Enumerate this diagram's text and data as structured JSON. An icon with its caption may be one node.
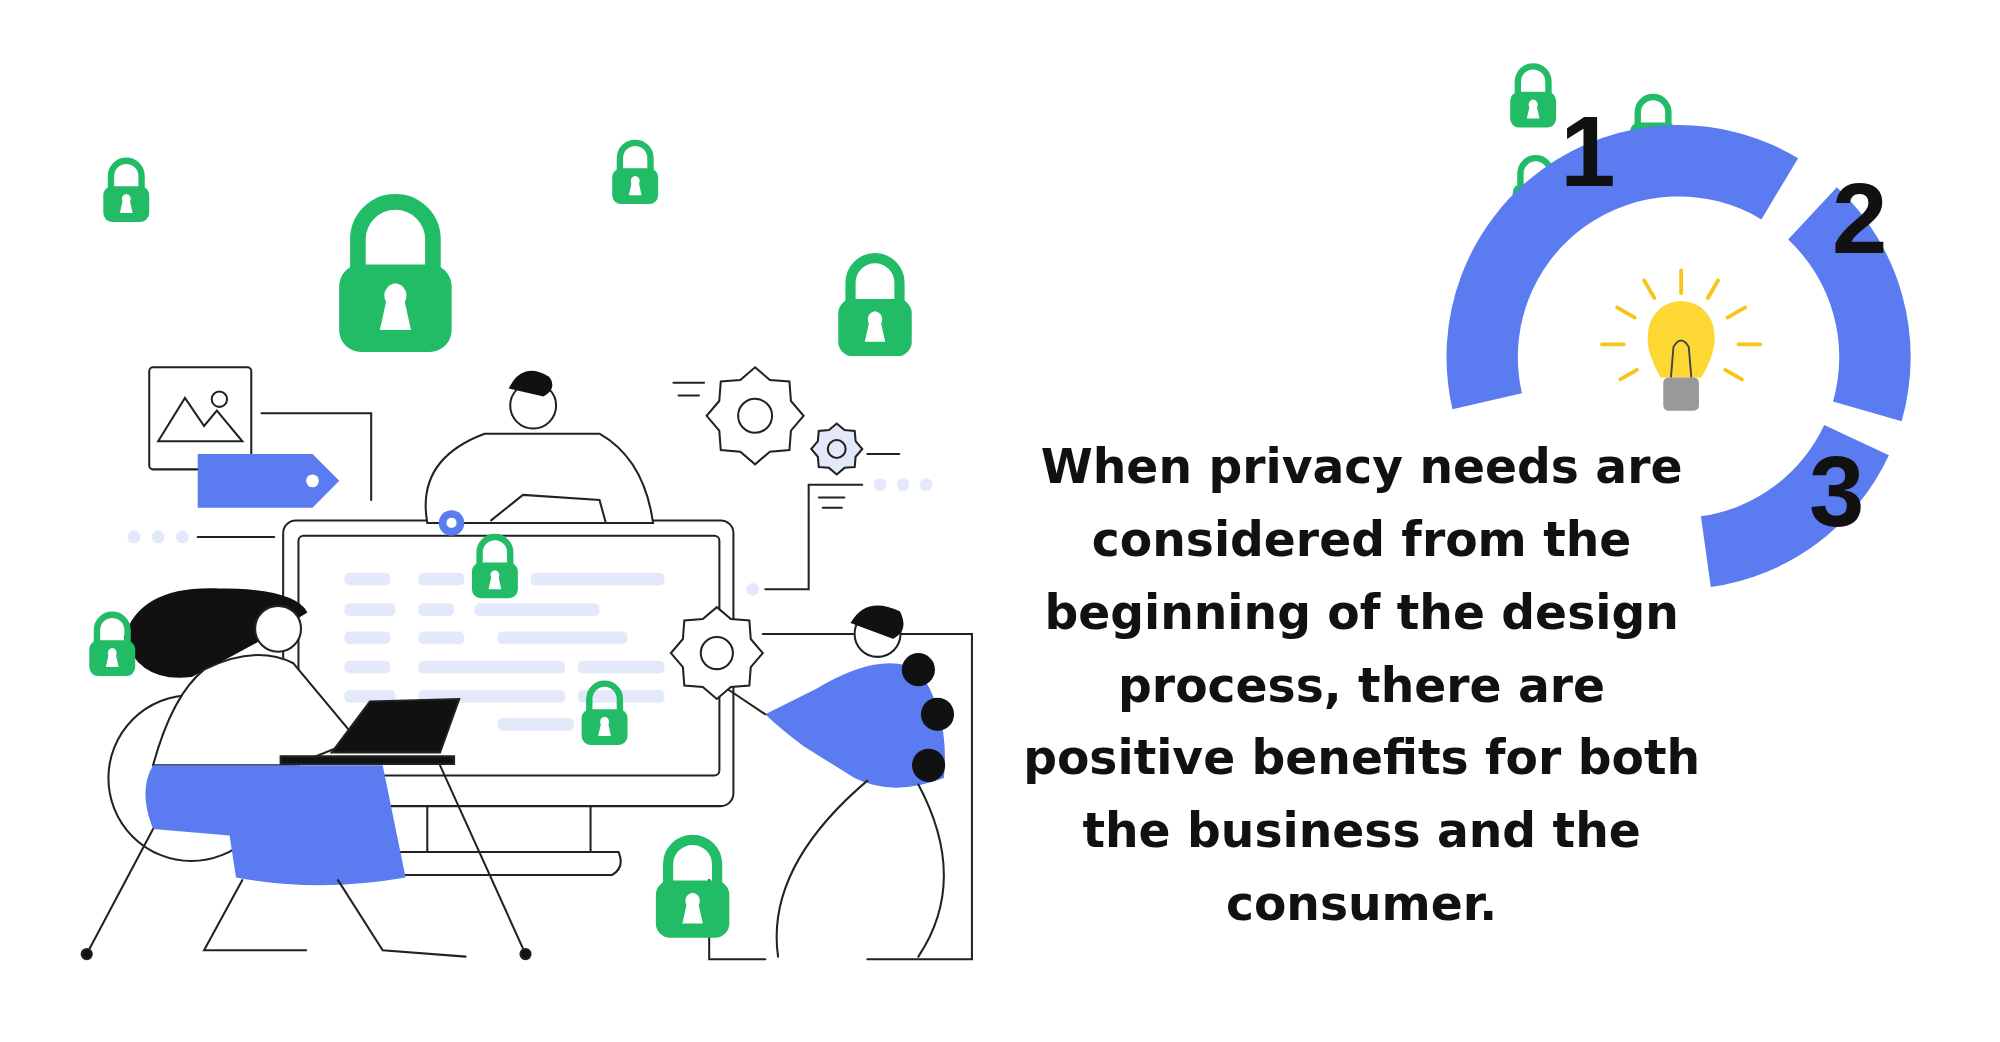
{
  "diagram": {
    "labels": [
      "1",
      "2",
      "3",
      "When privacy needs are considered from the beginning of the design process, there are positive benefits for both the business and the consumer."
    ]
  }
}
